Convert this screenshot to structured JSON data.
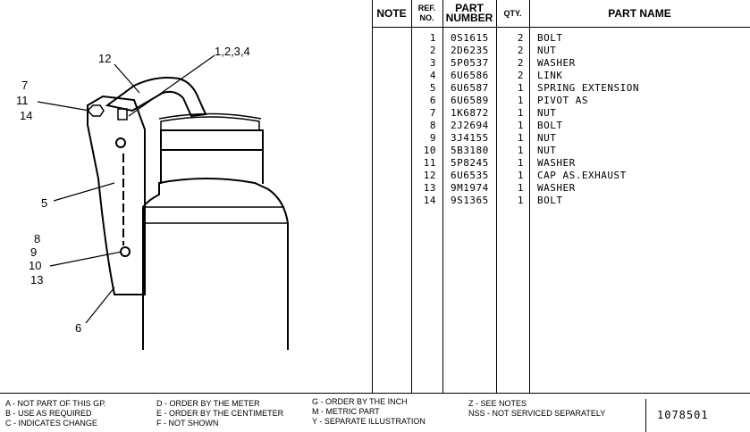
{
  "illustration": {
    "callouts": [
      "1,2,3,4",
      "12",
      "7",
      "11",
      "14",
      "5",
      "8",
      "9",
      "10",
      "13",
      "6"
    ]
  },
  "table": {
    "headers": {
      "note": "NOTE",
      "ref_no": [
        "REF.",
        "NO."
      ],
      "part_number": [
        "PART",
        "NUMBER"
      ],
      "qty": "QTY.",
      "part_name": "PART NAME"
    },
    "rows": [
      {
        "ref": "1",
        "part": "0S1615",
        "qty": "2",
        "name": "BOLT"
      },
      {
        "ref": "2",
        "part": "2D6235",
        "qty": "2",
        "name": "NUT"
      },
      {
        "ref": "3",
        "part": "5P0537",
        "qty": "2",
        "name": "WASHER"
      },
      {
        "ref": "4",
        "part": "6U6586",
        "qty": "2",
        "name": "LINK"
      },
      {
        "ref": "5",
        "part": "6U6587",
        "qty": "1",
        "name": "SPRING EXTENSION"
      },
      {
        "ref": "6",
        "part": "6U6589",
        "qty": "1",
        "name": "PIVOT AS"
      },
      {
        "ref": "7",
        "part": "1K6872",
        "qty": "1",
        "name": "NUT"
      },
      {
        "ref": "8",
        "part": "2J2694",
        "qty": "1",
        "name": "BOLT"
      },
      {
        "ref": "9",
        "part": "3J4155",
        "qty": "1",
        "name": "NUT"
      },
      {
        "ref": "10",
        "part": "5B3180",
        "qty": "1",
        "name": "NUT"
      },
      {
        "ref": "11",
        "part": "5P8245",
        "qty": "1",
        "name": "WASHER"
      },
      {
        "ref": "12",
        "part": "6U6535",
        "qty": "1",
        "name": "CAP AS.EXHAUST"
      },
      {
        "ref": "13",
        "part": "9M1974",
        "qty": "1",
        "name": "WASHER"
      },
      {
        "ref": "14",
        "part": "9S1365",
        "qty": "1",
        "name": "BOLT"
      }
    ]
  },
  "footer": {
    "col1": [
      "A - NOT PART OF THIS GP.",
      "B - USE AS REQUIRED",
      "C - INDICATES CHANGE"
    ],
    "col2": [
      "D - ORDER BY THE METER",
      "E - ORDER BY THE CENTIMETER",
      "F - NOT SHOWN"
    ],
    "col3": [
      "G - ORDER BY THE INCH",
      "M - METRIC PART",
      "Y - SEPARATE ILLUSTRATION"
    ],
    "col4": [
      "Z - SEE NOTES",
      "NSS - NOT SERVICED SEPARATELY"
    ],
    "illustration_number": "1078501"
  }
}
